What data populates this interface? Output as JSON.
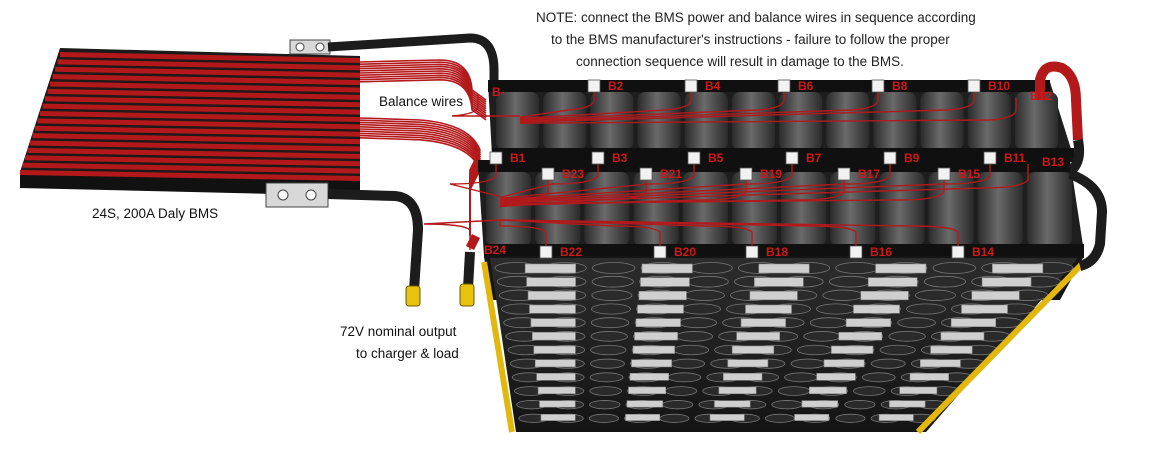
{
  "note": {
    "lines": [
      "NOTE: connect the BMS power and balance wires in sequence according",
      "to the BMS manufacturer's instructions - failure to follow the proper",
      "connection sequence will result in damage to the BMS."
    ]
  },
  "labels": {
    "balance_wires": "Balance wires",
    "bms": "24S, 200A Daly BMS",
    "output_line1": "72V nominal output",
    "output_line2": "to charger & load"
  },
  "taps": [
    "B-",
    "B1",
    "B2",
    "B3",
    "B4",
    "B5",
    "B6",
    "B7",
    "B8",
    "B9",
    "B10",
    "B11",
    "B12",
    "B13",
    "B14",
    "B15",
    "B16",
    "B17",
    "B18",
    "B19",
    "B20",
    "B21",
    "B22",
    "B23",
    "B24"
  ],
  "colors": {
    "wire_red": "#b3191b",
    "cable_black": "#1c1c1c",
    "cell_dark": "#3a3a3a",
    "nickel": "#cfcfcf",
    "rod_yellow": "#e2b80f",
    "tag_text": "#d01818"
  }
}
